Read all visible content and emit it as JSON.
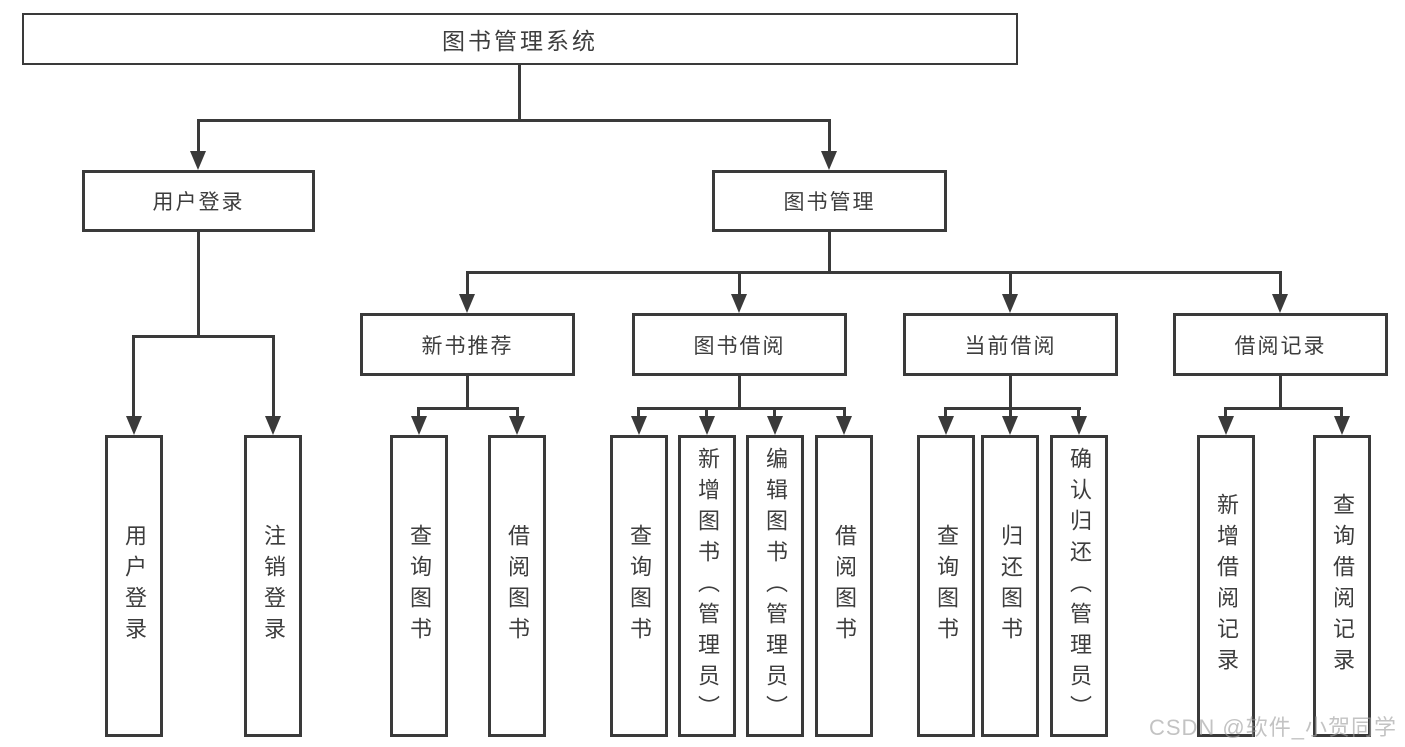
{
  "diagram": {
    "root": "图书管理系统",
    "level1": [
      {
        "label": "用户登录"
      },
      {
        "label": "图书管理"
      }
    ],
    "level2": [
      {
        "label": "新书推荐"
      },
      {
        "label": "图书借阅"
      },
      {
        "label": "当前借阅"
      },
      {
        "label": "借阅记录"
      }
    ],
    "leaves": [
      {
        "label": "用户登录"
      },
      {
        "label": "注销登录"
      },
      {
        "label": "查询图书"
      },
      {
        "label": "借阅图书"
      },
      {
        "label": "查询图书"
      },
      {
        "label": "新增图书（管理员）"
      },
      {
        "label": "编辑图书（管理员）"
      },
      {
        "label": "借阅图书"
      },
      {
        "label": "查询图书"
      },
      {
        "label": "归还图书"
      },
      {
        "label": "确认归还（管理员）"
      },
      {
        "label": "新增借阅记录"
      },
      {
        "label": "查询借阅记录"
      }
    ],
    "watermark": "CSDN @软件_小贺同学",
    "colors": {
      "line": "#3a3a3a",
      "text": "#3d3d3d",
      "watermark": "#9e9e9e"
    }
  }
}
